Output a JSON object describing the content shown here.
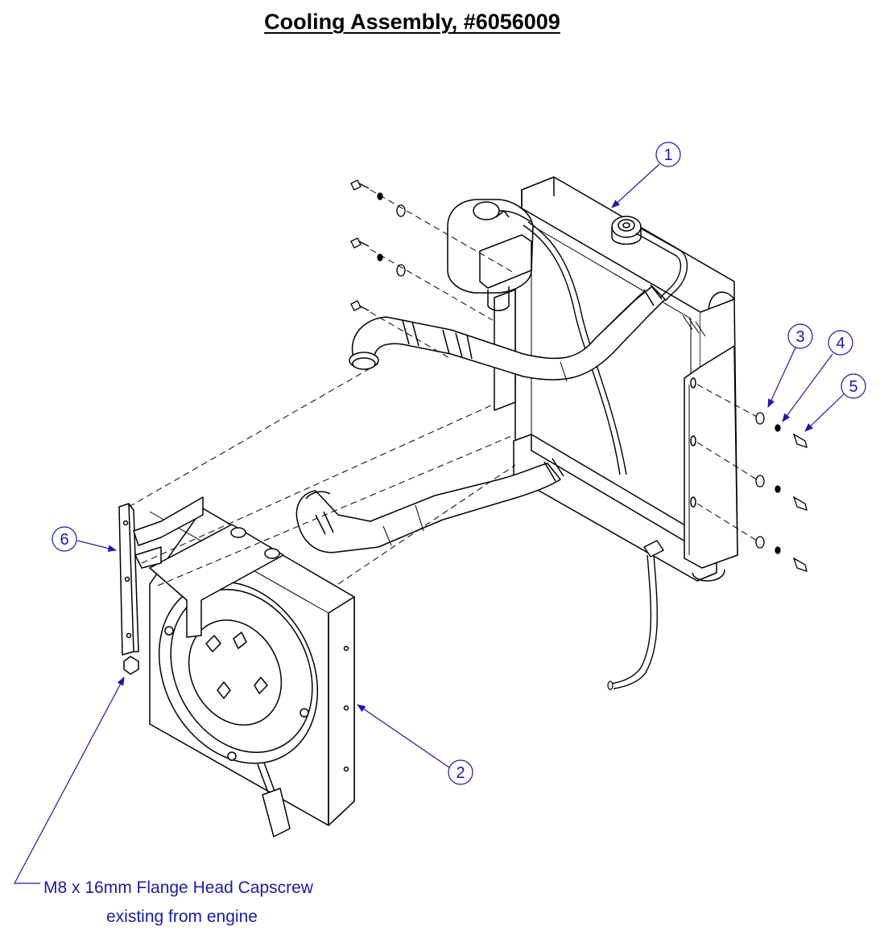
{
  "title": "Cooling Assembly, #6056009",
  "callouts": [
    {
      "id": "1",
      "label": "1"
    },
    {
      "id": "2",
      "label": "2"
    },
    {
      "id": "3",
      "label": "3"
    },
    {
      "id": "4",
      "label": "4"
    },
    {
      "id": "5",
      "label": "5"
    },
    {
      "id": "6",
      "label": "6"
    }
  ],
  "note": {
    "line1": "M8 x 16mm Flange Head Capscrew",
    "line2": "existing from engine"
  },
  "colors": {
    "callout": "#1a1aa8",
    "linework": "#000000"
  }
}
